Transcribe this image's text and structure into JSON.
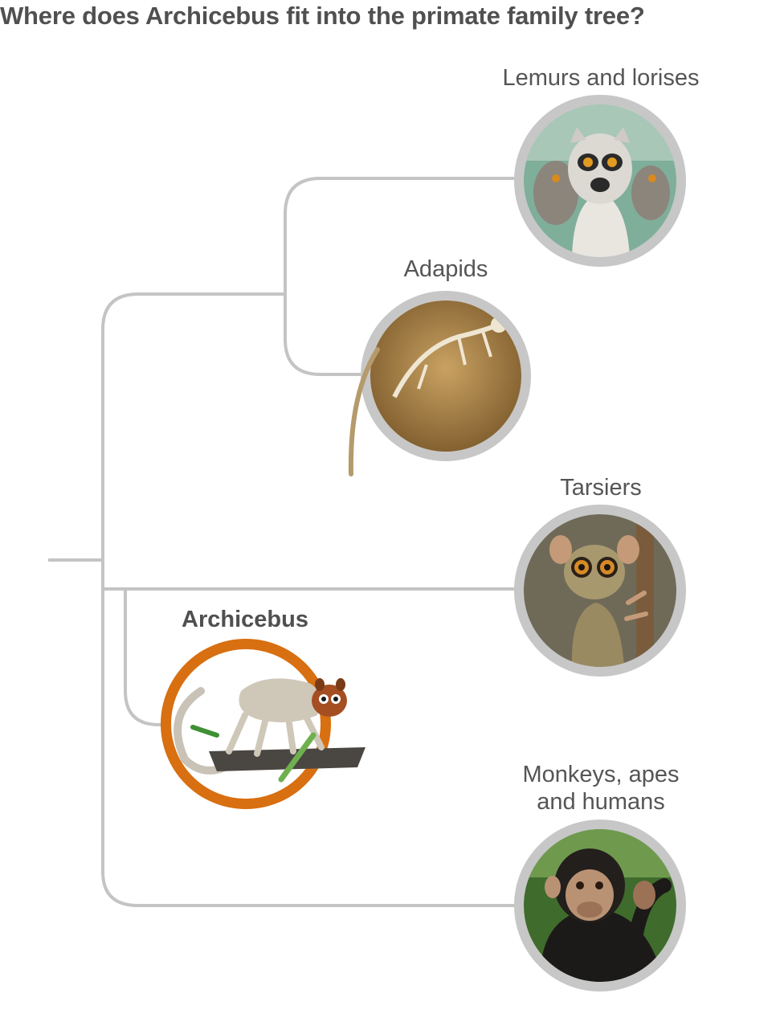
{
  "title": "Where does Archicebus fit into the primate family tree?",
  "nodes": {
    "lemurs": {
      "label": "Lemurs and lorises"
    },
    "adapids": {
      "label": "Adapids"
    },
    "tarsiers": {
      "label": "Tarsiers"
    },
    "archicebus": {
      "label": "Archicebus"
    },
    "monkeys": {
      "label_line1": "Monkeys, apes",
      "label_line2": "and humans"
    }
  },
  "colors": {
    "branch": "#c4c4c4",
    "ring": "#c7c7c7",
    "highlight_ring": "#d86f10",
    "text": "#555555"
  }
}
